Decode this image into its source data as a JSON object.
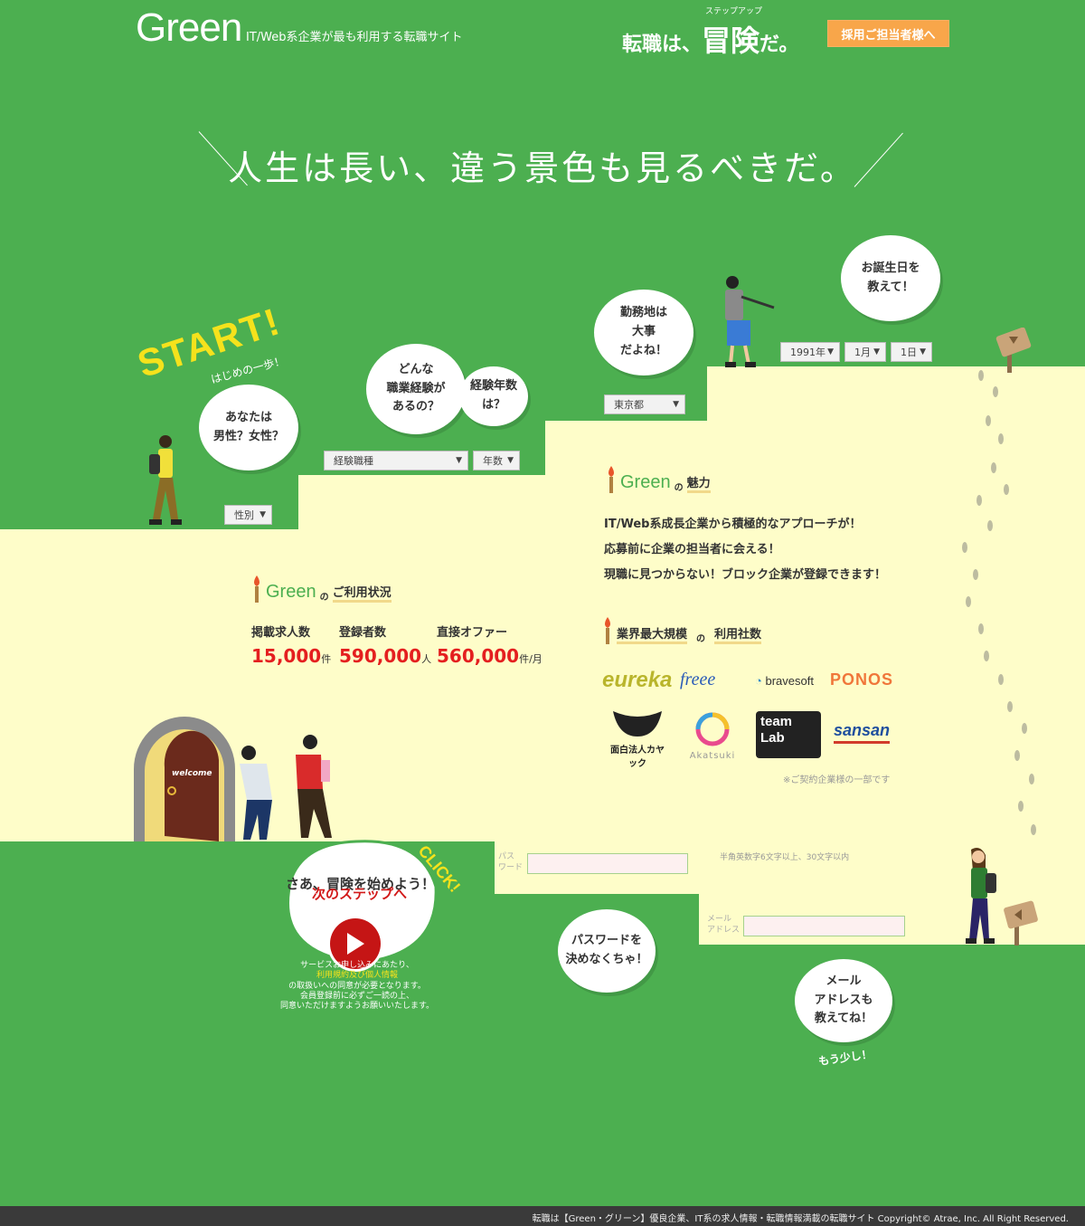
{
  "header": {
    "logo": "Green",
    "tagline": "IT/Web系企業が最も利用する転職サイト",
    "slogan_prefix": "転職は、",
    "slogan_big": "冒険",
    "slogan_suffix": "だ。",
    "slogan_ruby": "ステップアップ",
    "hire_button": "採用ご担当者様へ"
  },
  "headline": "人生は長い、違う景色も見るべきだ。",
  "start": {
    "title": "START!",
    "subtitle": "はじめの一歩！"
  },
  "bubbles": {
    "gender": "あなたは\n男性？女性？",
    "experience": "どんな\n職業経験が\nあるの？",
    "years": "経験年数\nは？",
    "location": "勤務地は\n大事\nだよね！",
    "birthday": "お誕生日を\n教えて！",
    "start_line1": "さあ、冒険を始めよう！",
    "start_line2": "次のステップへ",
    "password": "パスワードを\n決めなくちゃ！",
    "email": "メール\nアドレスも\n教えてね！"
  },
  "form": {
    "gender": "性別",
    "job_type": "経験職種",
    "years": "年数",
    "location": "東京都",
    "birth_year": "1991年",
    "birth_month": "1月",
    "birth_day": "1日",
    "password_label": "パス\nワード",
    "password_hint": "半角英数字6文字以上、30文字以内",
    "email_label": "メール\nアドレス"
  },
  "usage": {
    "logo": "Green",
    "title_no": "の",
    "title": "ご利用状況",
    "stats": [
      {
        "label": "掲載求人数",
        "value": "15,000",
        "unit": "件"
      },
      {
        "label": "登録者数",
        "value": "590,000",
        "unit": "人"
      },
      {
        "label": "直接オファー",
        "value": "560,000",
        "unit": "件/月"
      }
    ]
  },
  "appeal": {
    "logo": "Green",
    "title_no": "の",
    "title": "魅力",
    "items": [
      "IT/Web系成長企業から積極的なアプローチが！",
      "応募前に企業の担当者に会える！",
      "現職に見つからない！ブロック企業が登録できます！"
    ]
  },
  "companies": {
    "title_a": "業界最大規模",
    "title_no": "の",
    "title_b": "利用社数",
    "logos": [
      "eureka",
      "freee",
      "bravesoft",
      "PONOS",
      "面白法人カヤック",
      "Akatsuki",
      "team Lab",
      "sansan"
    ],
    "note": "※ご契約企業様の一部です"
  },
  "door": {
    "sign": "welcome"
  },
  "click_label": "CLICK!",
  "agreement": {
    "line1": "サービスお申し込みにあたり、",
    "link": "利用規約及び個人情報",
    "line3": "の取扱いへの同意が必要となります。",
    "line4": "会員登録前に必ずご一読の上、",
    "line5": "同意いただけますようお願いいたします。"
  },
  "almost": "もう少し！",
  "footer": "転職は【Green・グリーン】優良企業、IT系の求人情報・転職情報満載の転職サイト Copyright© Atrae, Inc. All Right Reserved.",
  "colors": {
    "background": "#4caf50",
    "stair": "#fefdc9",
    "accent": "#f8a64a",
    "stat": "#e41f1f",
    "start": "#f5e21c"
  }
}
